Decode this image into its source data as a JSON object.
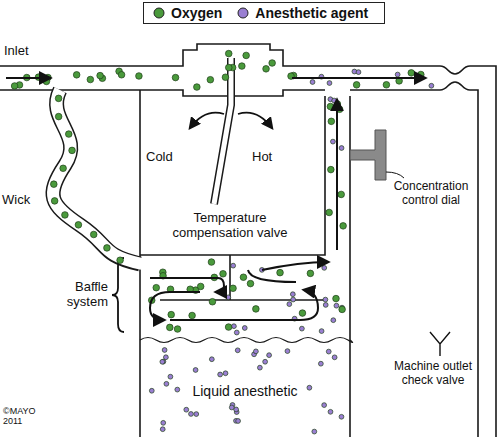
{
  "diagram": {
    "nodes": [
      {
        "text": [
          "Liquid anesthetic"
        ]
      }
    ],
    "labels": [
      "Inlet",
      "Cold",
      "Hot",
      "Wick",
      "Temperature compensation valve",
      "Concentration control dial",
      "Baffle system",
      "Machine outlet check valve",
      "©MAYO 2011"
    ],
    "legend": [
      {
        "text": "Oxygen",
        "color": "#4a9a3c"
      },
      {
        "text": "Anesthetic agent",
        "color": "#9a7fd2"
      }
    ]
  }
}
